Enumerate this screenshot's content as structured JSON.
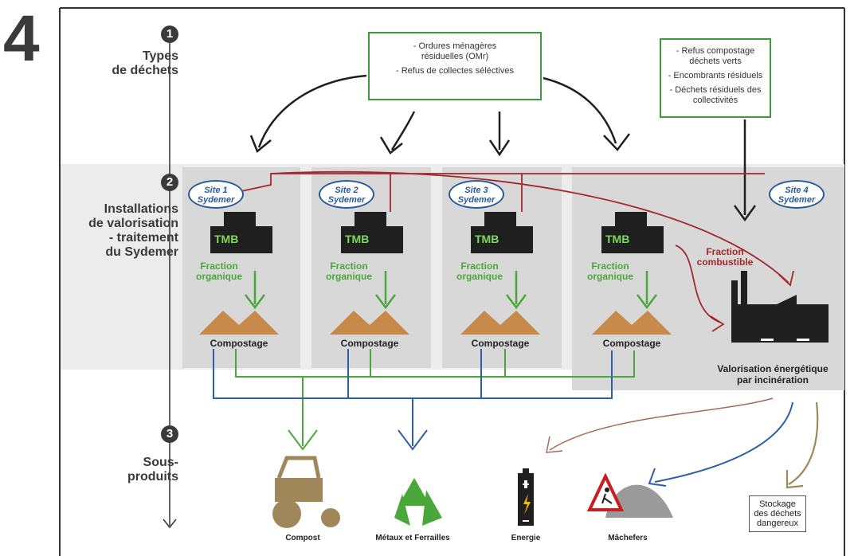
{
  "badge": "4",
  "rows": {
    "r1": {
      "num": "1",
      "line1": "Types",
      "line2": "de déchets"
    },
    "r2": {
      "num": "2",
      "line1": "Installations",
      "line2": "de valorisation",
      "line3": "- traitement",
      "line4": "du Sydemer"
    },
    "r3": {
      "num": "3",
      "line1": "Sous-",
      "line2": "produits"
    }
  },
  "waste_box_1": {
    "item1": "- Ordures ménagères résiduelles (OMr)",
    "item2": "- Refus de collectes séléctives"
  },
  "waste_box_2": {
    "item1": "- Refus compostage déchets verts",
    "item2": "- Encombrants résiduels",
    "item3": "- Déchets résiduels des collectivités"
  },
  "sites": [
    {
      "line1": "Site 1",
      "line2": "Sydemer"
    },
    {
      "line1": "Site 2",
      "line2": "Sydemer"
    },
    {
      "line1": "Site 3",
      "line2": "Sydemer"
    },
    {
      "line1": "Site 4",
      "line2": "Sydemer"
    }
  ],
  "tmb_label": "TMB",
  "fraction_organique": {
    "line1": "Fraction",
    "line2": "organique"
  },
  "compostage": "Compostage",
  "fraction_combustible": {
    "line1": "Fraction",
    "line2": "combustible"
  },
  "valorisation": {
    "line1": "Valorisation énergétique",
    "line2": "par incinération"
  },
  "products": {
    "compost": "Compost",
    "metaux": "Métaux et Ferrailles",
    "energie": "Energie",
    "machefers": "Mâchefers"
  },
  "stockage": {
    "line1": "Stockage",
    "line2": "des déchets",
    "line3": "dangereux"
  },
  "colors": {
    "green": "#4aa83a",
    "blue": "#2d5fa8",
    "red": "#a2282a",
    "tan": "#a0875a",
    "dark": "#1f1f1f",
    "panel": "#e6e6e6"
  }
}
